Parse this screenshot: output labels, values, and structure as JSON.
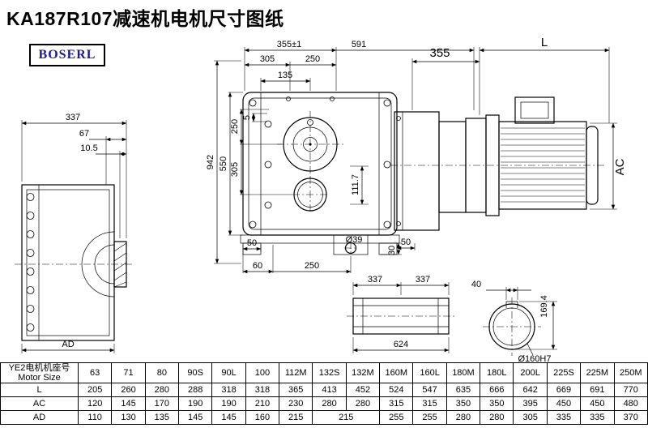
{
  "page": {
    "title": "KA187R107减速机电机尺寸图纸",
    "brand": "BOSERL"
  },
  "dims": {
    "front": {
      "top_355": "355±1",
      "top_591": "591",
      "top_305": "305",
      "top_250": "250",
      "top_135": "135",
      "left_5": "5",
      "left_250": "250",
      "left_305": "305",
      "left_550": "550",
      "left_942": "942",
      "right_111_7": "111.7",
      "bottom_50_left": "50",
      "bottom_60": "60",
      "bottom_250": "250",
      "shaft_dia": "Ø39",
      "bottom_30": "30",
      "bottom_50_right": "50"
    },
    "motor": {
      "reducer_355": "355",
      "motor_length": "L",
      "motor_height": "AC"
    },
    "left": {
      "depth_337": "337",
      "offset_67": "67",
      "offset_10_5": "10.5",
      "width_ad": "AD"
    },
    "shaft": {
      "half_337_a": "337",
      "half_337_b": "337",
      "keyway_40": "40",
      "total_624": "624"
    },
    "bore": {
      "keyway_height_169_4": "169.4",
      "bore_dia": "Ø160H7"
    }
  },
  "table": {
    "header_cn": "YE2电机机座号",
    "header_en": "Motor Size",
    "columns": [
      "63",
      "71",
      "80",
      "90S",
      "90L",
      "100",
      "112M",
      "132S",
      "132M",
      "160M",
      "160L",
      "180M",
      "180L",
      "200L",
      "225S",
      "225M",
      "250M"
    ],
    "rows": [
      {
        "label": "L",
        "cells": [
          "205",
          "260",
          "280",
          "288",
          "318",
          "318",
          "365",
          "413",
          "452",
          "524",
          "547",
          "635",
          "666",
          "642",
          "669",
          "691",
          "770"
        ]
      },
      {
        "label": "AC",
        "cells": [
          "120",
          "145",
          "170",
          "190",
          "190",
          "210",
          "230",
          "280",
          "280",
          "315",
          "315",
          "350",
          "350",
          "395",
          "450",
          "450",
          "480"
        ]
      },
      {
        "label": "AD",
        "cells": [
          "110",
          "130",
          "135",
          "145",
          "145",
          "160",
          "215",
          {
            "v": "215",
            "colspan": 2
          },
          "255",
          "255",
          "280",
          "280",
          "305",
          "335",
          "335",
          "370"
        ]
      }
    ]
  }
}
